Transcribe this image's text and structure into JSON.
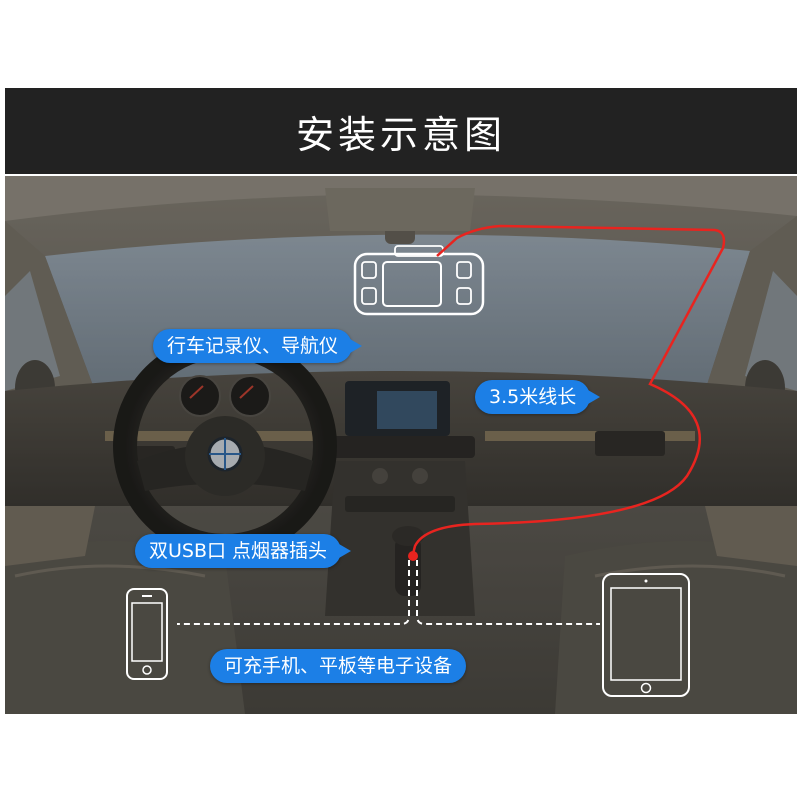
{
  "header": {
    "title": "安装示意图"
  },
  "labels": {
    "dashcam": "行车记录仪、导航仪",
    "cable_length": "3.5米线长",
    "usb_charger": "双USB口 点烟器插头",
    "chargeable_devices": "可充手机、平板等电子设备"
  },
  "colors": {
    "cable": "#e8241f",
    "label_bg": "#1c7fe6",
    "banner_bg": "#222222"
  },
  "icons": [
    "dashcam-icon",
    "phone-icon",
    "tablet-icon",
    "steering-wheel",
    "bmw-logo"
  ]
}
